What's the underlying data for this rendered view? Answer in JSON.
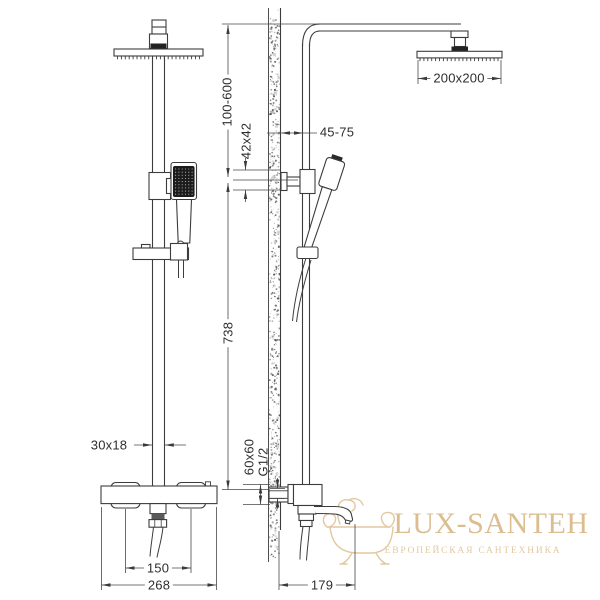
{
  "drawing": {
    "title": "shower-system-dimension-drawing",
    "line_color": "#3c3c3c",
    "dimensions": {
      "head_offset": "100-600",
      "slider_size": "42x42",
      "wall_distance": "45-75",
      "head_size": "200x200",
      "riser_height": "738",
      "pipe_section": "30x18",
      "body_section": "60x60",
      "thread": "G1/2",
      "handle_spacing": "150",
      "mixer_width": "268",
      "spout_reach": "179"
    }
  },
  "watermark": {
    "brand": "LUX-SANTEH",
    "tagline": "ЕВРОПЕЙСКАЯ САНТЕХНИКА",
    "brand_color": "#dbbd8f",
    "tagline_color": "#e2c9a2"
  }
}
